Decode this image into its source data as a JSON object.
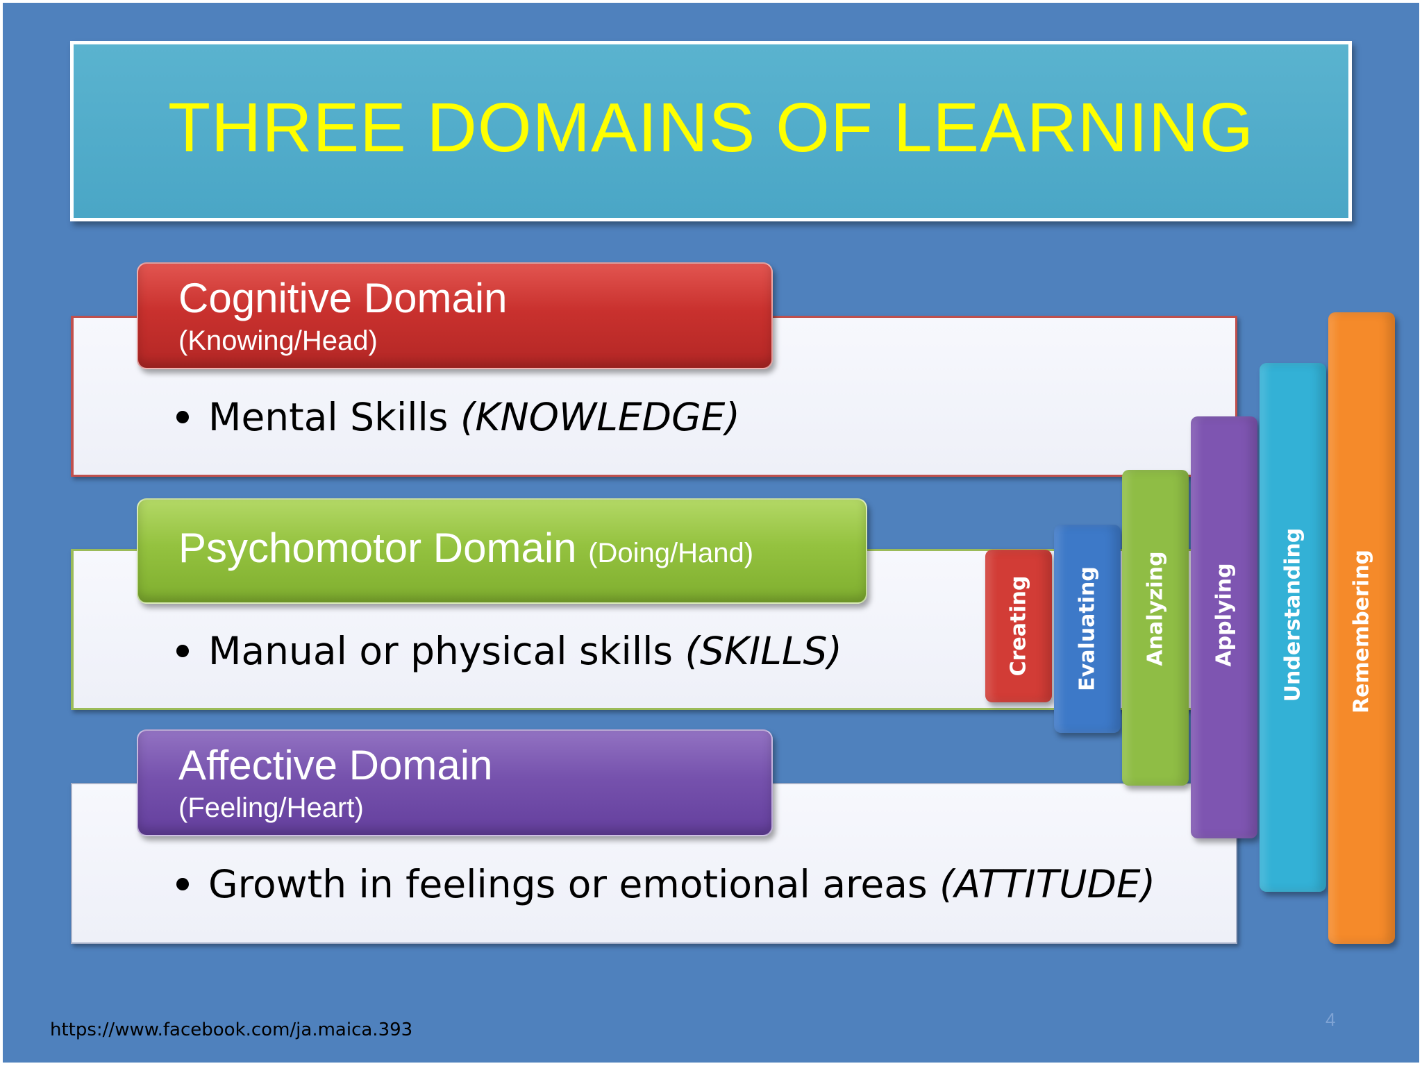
{
  "title": "THREE DOMAINS OF LEARNING",
  "domains": [
    {
      "heading": "Cognitive Domain",
      "subheading": "(Knowing/Head)",
      "bullet_text": "Mental Skills ",
      "bullet_emphasis": "(KNOWLEDGE)",
      "color": "#c0504d"
    },
    {
      "heading": "Psychomotor Domain",
      "subheading": "(Doing/Hand)",
      "bullet_text": "Manual or physical skills ",
      "bullet_emphasis": "(SKILLS)",
      "color": "#9bbb59"
    },
    {
      "heading": "Affective Domain",
      "subheading": "(Feeling/Heart)",
      "bullet_text": "Growth in feelings or emotional areas ",
      "bullet_emphasis": "(ATTITUDE)",
      "color": "#8064a2"
    }
  ],
  "taxonomy_levels": [
    {
      "label": "Creating",
      "color": "#d23c36"
    },
    {
      "label": "Evaluating",
      "color": "#3d79c8"
    },
    {
      "label": "Analyzing",
      "color": "#8fbd45"
    },
    {
      "label": "Applying",
      "color": "#7e55b1"
    },
    {
      "label": "Understanding",
      "color": "#33b1d6"
    },
    {
      "label": "Remembering",
      "color": "#f58a2a"
    }
  ],
  "footer_url": "https://www.facebook.com/ja.maica.393",
  "page_number": "4",
  "colors": {
    "background": "#4f81bd",
    "title_box": "#4aa6c6",
    "title_text": "#ffff00"
  }
}
